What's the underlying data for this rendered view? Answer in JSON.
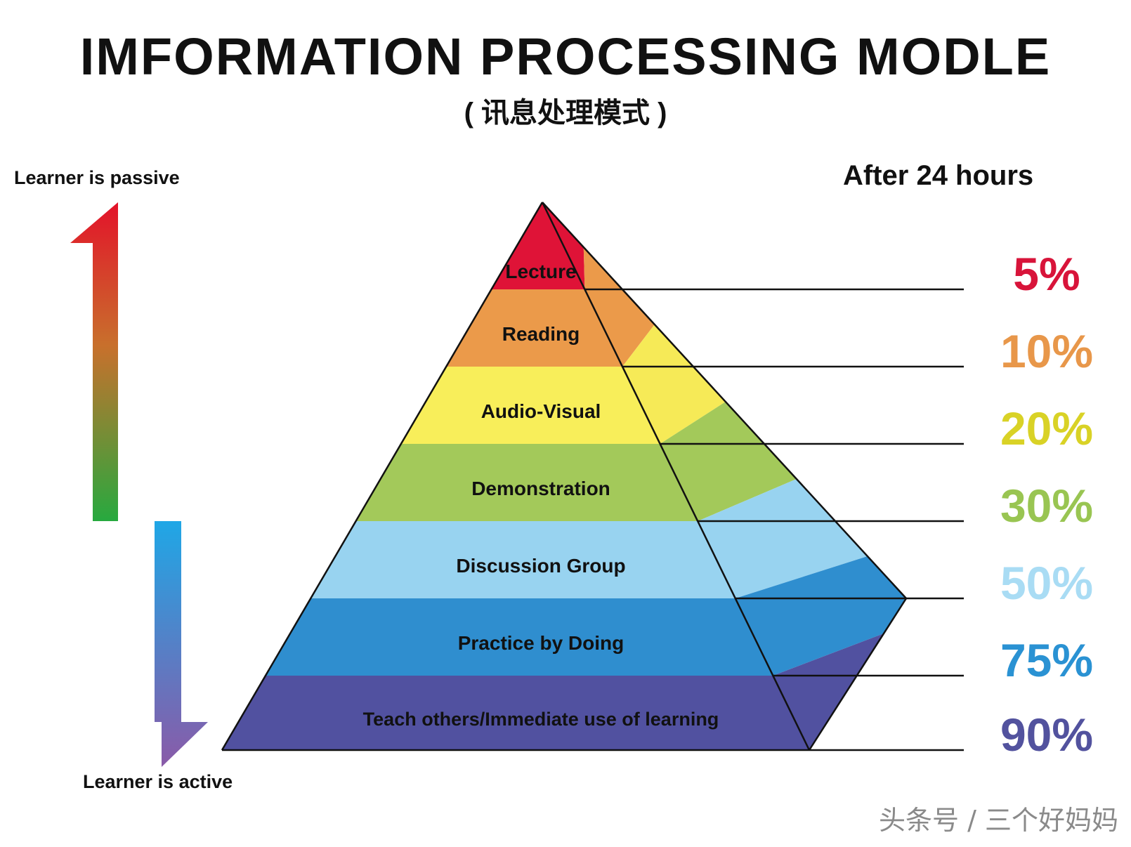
{
  "title": "IMFORMATION  PROCESSING  MODLE",
  "subtitle": "( 讯息处理模式 )",
  "labels": {
    "passive": "Learner is passive",
    "active": "Learner is active",
    "after": "After 24 hours"
  },
  "watermark": "头条号 / 三个好妈妈",
  "colors": {
    "arrow_up_top": "#e3122a",
    "arrow_up_mid": "#c8702c",
    "arrow_up_bottom": "#27a93f",
    "arrow_down_top": "#1fa7e6",
    "arrow_down_bottom": "#8a5aa8"
  },
  "levels": [
    {
      "label": "Lecture",
      "percent": "5%",
      "color": "#df1337",
      "side": "#df1337",
      "pct_color": "#d8143a"
    },
    {
      "label": "Reading",
      "percent": "10%",
      "color": "#eb9a4a",
      "side": "#eb9a4a",
      "pct_color": "#e8974a"
    },
    {
      "label": "Audio-Visual",
      "percent": "20%",
      "color": "#f8ee5a",
      "side": "#f6ea57",
      "pct_color": "#d9d226"
    },
    {
      "label": "Demonstration",
      "percent": "30%",
      "color": "#a3c95a",
      "side": "#a3c95a",
      "pct_color": "#99c552"
    },
    {
      "label": "Discussion Group",
      "percent": "50%",
      "color": "#98d3f0",
      "side": "#98d3f0",
      "pct_color": "#a9dcf4"
    },
    {
      "label": "Practice by Doing",
      "percent": "75%",
      "color": "#2f8ecf",
      "side": "#2f8ecf",
      "pct_color": "#2a92d3"
    },
    {
      "label": "Teach others/Immediate use of learning",
      "percent": "90%",
      "color": "#5151a0",
      "side": "#5151a0",
      "pct_color": "#52529e"
    }
  ]
}
